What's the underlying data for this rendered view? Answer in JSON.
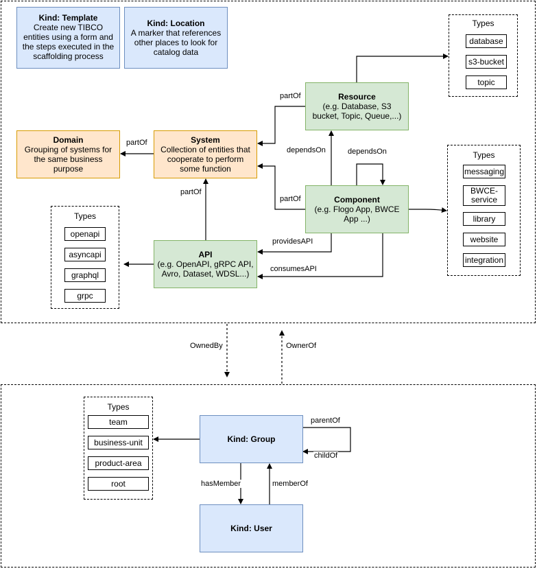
{
  "template": {
    "title": "Kind: Template",
    "desc": "Create new TIBCO entities using a form and the steps executed in the scaffolding process"
  },
  "location": {
    "title": "Kind: Location",
    "desc": "A marker that references other places to look for catalog data"
  },
  "domain": {
    "title": "Domain",
    "desc": "Grouping of systems for the same business purpose"
  },
  "system": {
    "title": "System",
    "desc": "Collection of entities that cooperate to perform some function"
  },
  "resource": {
    "title": "Resource",
    "desc": "(e.g. Database, S3 bucket, Topic, Queue,...)"
  },
  "component": {
    "title": "Component",
    "desc": "(e.g. Flogo App, BWCE App ...)"
  },
  "api": {
    "title": "API",
    "desc": "(e.g. OpenAPI, gRPC API, Avro, Dataset, WDSL...)"
  },
  "group": {
    "title": "Kind: Group"
  },
  "user": {
    "title": "Kind: User"
  },
  "resource_types": {
    "title": "Types",
    "items": [
      "database",
      "s3-bucket",
      "topic"
    ]
  },
  "component_types": {
    "title": "Types",
    "items": [
      "messaging",
      "BWCE-service",
      "library",
      "website",
      "integration"
    ]
  },
  "api_types": {
    "title": "Types",
    "items": [
      "openapi",
      "asyncapi",
      "graphql",
      "grpc"
    ]
  },
  "group_types": {
    "title": "Types",
    "items": [
      "team",
      "business-unit",
      "product-area",
      "root"
    ]
  },
  "edges": {
    "system_domain": "partOf",
    "resource_system": "partOf",
    "component_resource": "dependsOn",
    "component_self": "dependsOn",
    "component_system": "partOf",
    "api_system": "partOf",
    "provides": "providesAPI",
    "consumes": "consumesAPI",
    "owned_by": "OwnedBy",
    "owner_of": "OwnerOf",
    "parent_of": "parentOf",
    "child_of": "childOf",
    "has_member": "hasMember",
    "member_of": "memberOf"
  }
}
